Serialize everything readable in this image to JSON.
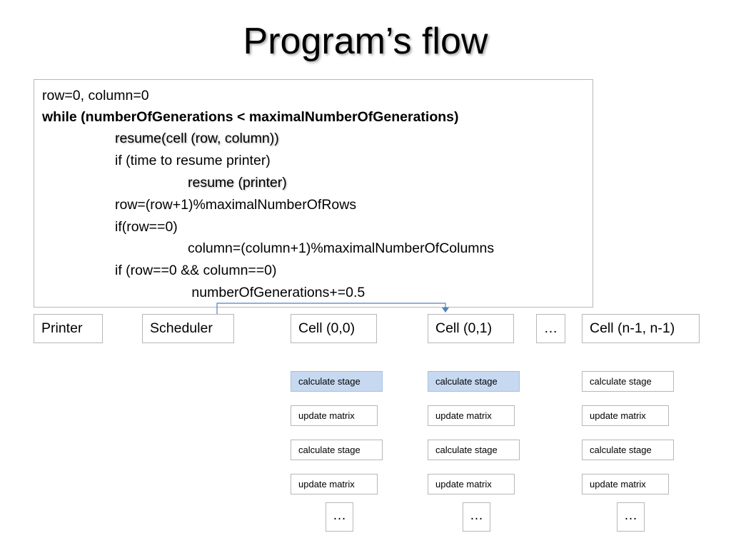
{
  "title": "Program’s flow",
  "code": {
    "lines": [
      "row=0, column=0",
      "while (numberOfGenerations < maximalNumberOfGenerations)",
      "resume(cell (row, column))",
      "if (time to resume printer)",
      "resume (printer)",
      "row=(row+1)%maximalNumberOfRows",
      "if(row==0)",
      "column=(column+1)%maximalNumberOfColumns",
      "if (row==0 && column==0)",
      " numberOfGenerations+=0.5"
    ]
  },
  "actors": {
    "printer": "Printer",
    "scheduler": "Scheduler",
    "cell_0_0": "Cell (0,0)",
    "cell_0_1": "Cell (0,1)",
    "gap": "…",
    "cell_last": "Cell (n-1, n-1)"
  },
  "steps": {
    "calculate": "calculate stage",
    "update": "update matrix",
    "more": "…"
  },
  "colors": {
    "active_step": "#c6d9f1",
    "arrow": "#4f81bd",
    "border": "#b7b7b7"
  }
}
